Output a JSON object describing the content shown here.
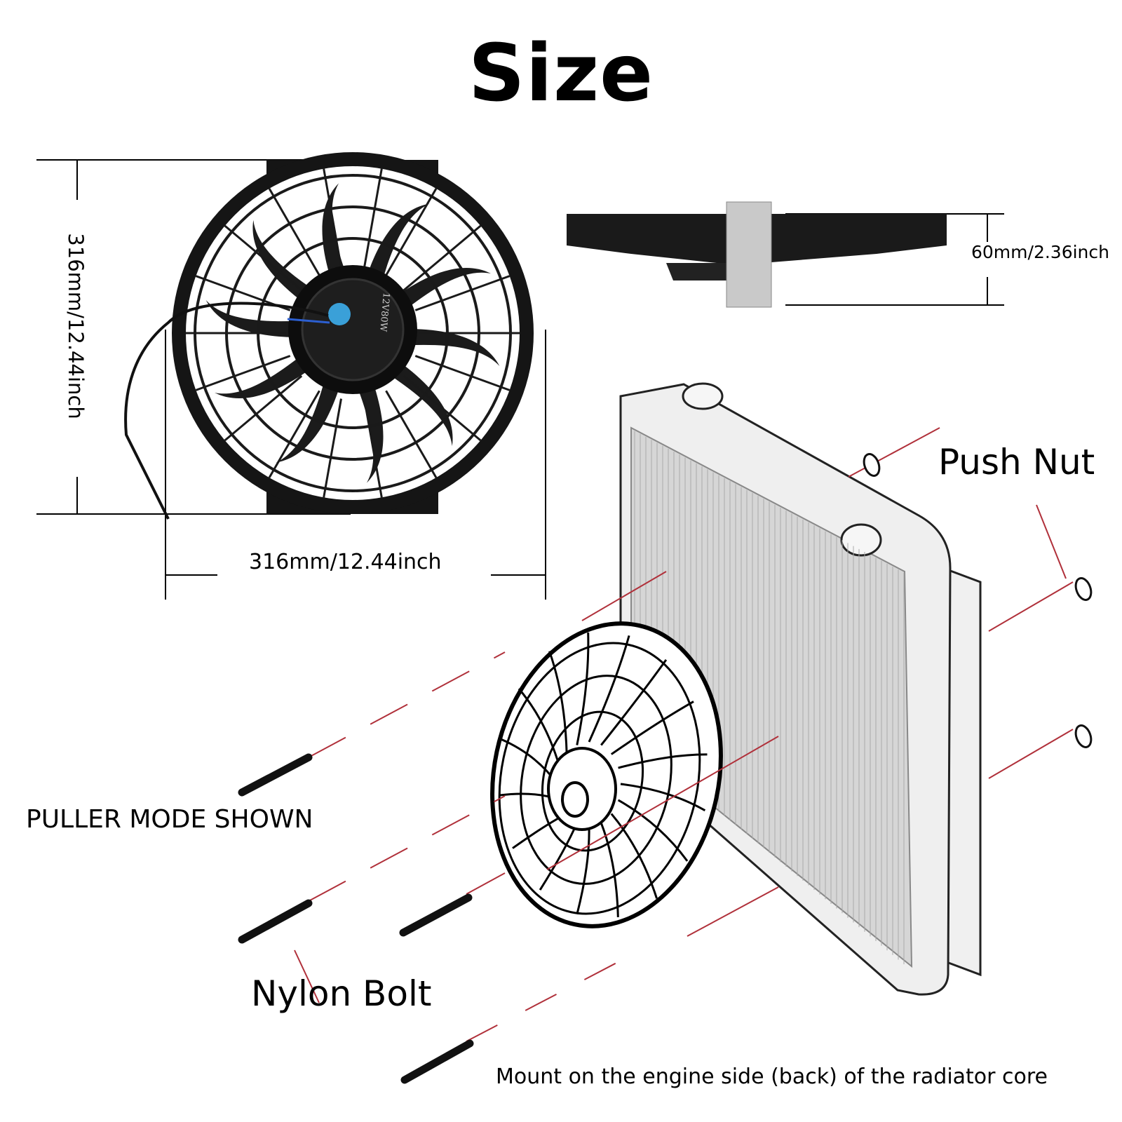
{
  "title": "Size",
  "dimensions": {
    "height_label": "316mm/12.44inch",
    "width_label": "316mm/12.44inch",
    "depth_label": "60mm/2.36inch"
  },
  "motor_label": "12V80W",
  "callouts": {
    "push_nut": "Push Nut",
    "puller_mode": "PULLER MODE SHOWN",
    "nylon_bolt": "Nylon Bolt",
    "mount_note": "Mount on the engine side (back) of the radiator core"
  },
  "colors": {
    "leader_line": "#b0303a",
    "fan": "#111111",
    "cap": "#3aa0d8"
  }
}
